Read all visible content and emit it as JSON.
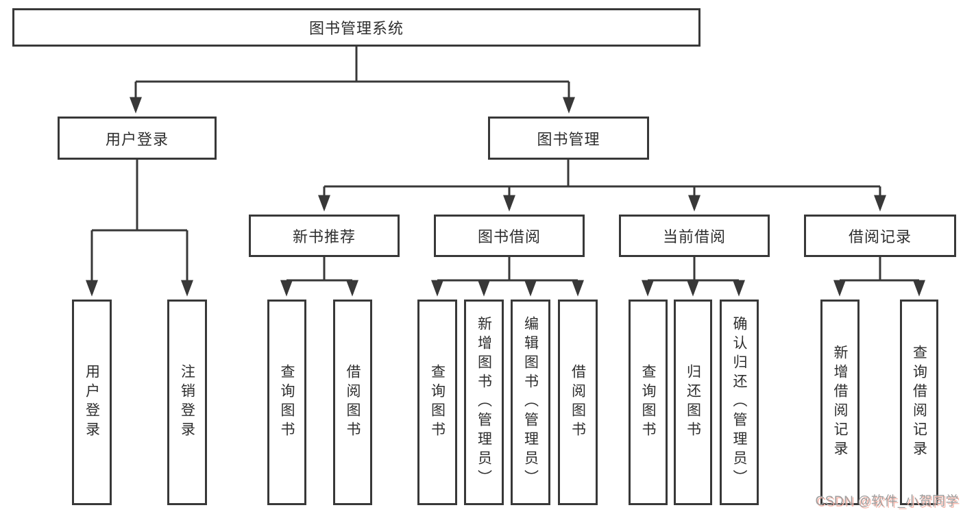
{
  "title": "图书管理系统",
  "tree": {
    "label": "图书管理系统",
    "children": [
      {
        "label": "用户登录",
        "children": [
          {
            "label": "用户登录"
          },
          {
            "label": "注销登录"
          }
        ]
      },
      {
        "label": "图书管理",
        "children": [
          {
            "label": "新书推荐",
            "children": [
              {
                "label": "查询图书"
              },
              {
                "label": "借阅图书"
              }
            ]
          },
          {
            "label": "图书借阅",
            "children": [
              {
                "label": "查询图书"
              },
              {
                "label": "新增图书（管理员）"
              },
              {
                "label": "编辑图书（管理员）"
              },
              {
                "label": "借阅图书"
              }
            ]
          },
          {
            "label": "当前借阅",
            "children": [
              {
                "label": "查询图书"
              },
              {
                "label": "归还图书"
              },
              {
                "label": "确认归还（管理员）"
              }
            ]
          },
          {
            "label": "借阅记录",
            "children": [
              {
                "label": "新增借阅记录"
              },
              {
                "label": "查询借阅记录"
              }
            ]
          }
        ]
      }
    ]
  },
  "watermark": "CSDN @软件_小贺同学",
  "colors": {
    "line": "#383838",
    "text": "#2e2e2e",
    "background": "#ffffff",
    "watermark_text": "#9e9e9e",
    "watermark_shadow": "#f6b9ae"
  }
}
